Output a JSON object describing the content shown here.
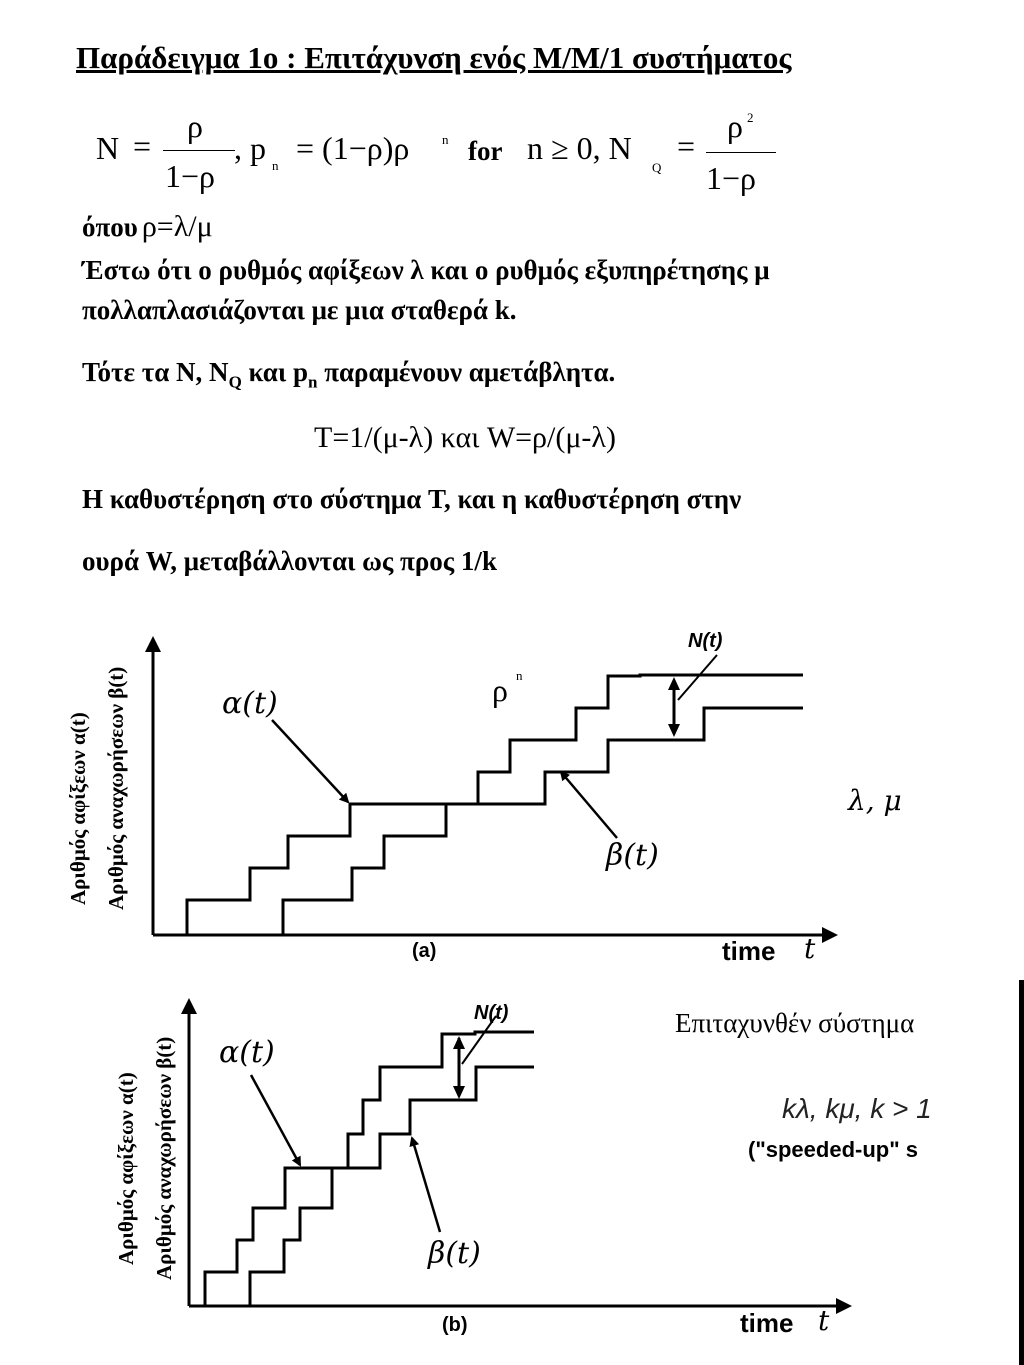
{
  "title": "Παράδειγμα 1ο : Επιτάχυνση ενός M/M/1 συστήματος",
  "formula": {
    "N": "N",
    "eq": "=",
    "rho": "ρ",
    "one_minus_rho": "1−ρ",
    "comma_p": ", p",
    "n": "n",
    "pn_rhs": "= (1−ρ)ρ",
    "for": "for",
    "n_ge": "n ≥ 0, N",
    "Q": "Q",
    "eq2": "=",
    "rho2": "ρ",
    "sq": "2",
    "one_minus_rho2": "1−ρ"
  },
  "where": {
    "label": "όπου",
    "expr": "ρ=λ/μ"
  },
  "paragraph1": {
    "line1": "Έστω ότι ο ρυθμός αφίξεων λ και ο ρυθμός εξυπηρέτησης μ",
    "line2": "πολλαπλασιάζονται με μια σταθερά k."
  },
  "paragraph2": {
    "pre": "Τότε τα N, N",
    "Q": "Q",
    "mid": " και p",
    "n": "n",
    "post": " παραμένουν αμετάβλητα."
  },
  "center_eq": "T=1/(μ-λ)  και W=ρ/(μ-λ)",
  "paragraph3": {
    "line1": "Η καθυστέρηση στο σύστημα T, και η καθυστέρηση στην",
    "line2": "ουρά W, μεταβάλλονται ως προς 1/k"
  },
  "diagram_a": {
    "ylabel1": "Αριθμός αφίξεων α(t)",
    "ylabel2": "Αριθμός αναχωρήσεων β(t)",
    "alpha": "α(t)",
    "beta": "β(t)",
    "N_t": "N(t)",
    "rho": "ρ",
    "n": "n",
    "rates": "λ, μ",
    "caption": "(a)",
    "time": "time",
    "t": "t"
  },
  "diagram_b": {
    "ylabel1": "Αριθμός αφίξεων α(t)",
    "ylabel2": "Αριθμός αναχωρήσεων β(t)",
    "alpha": "α(t)",
    "beta": "β(t)",
    "N_t": "N(t)",
    "heading": "Επιταχυνθέν σύστημα",
    "rates": "kλ, kμ, k > 1",
    "speeded": "(\"speeded-up\" s",
    "caption": "(b)",
    "time": "time",
    "t": "t"
  }
}
